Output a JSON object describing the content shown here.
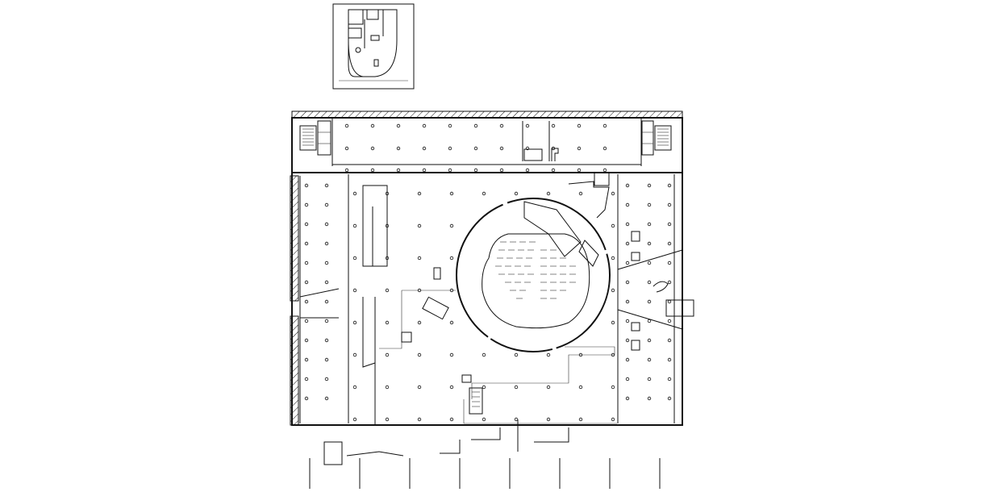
{
  "drawing": {
    "kind": "architectural floor plan",
    "line_color": "#111111",
    "background": "#ffffff",
    "views": [
      "key-plan",
      "main-floor-plan"
    ],
    "text_labels": []
  }
}
